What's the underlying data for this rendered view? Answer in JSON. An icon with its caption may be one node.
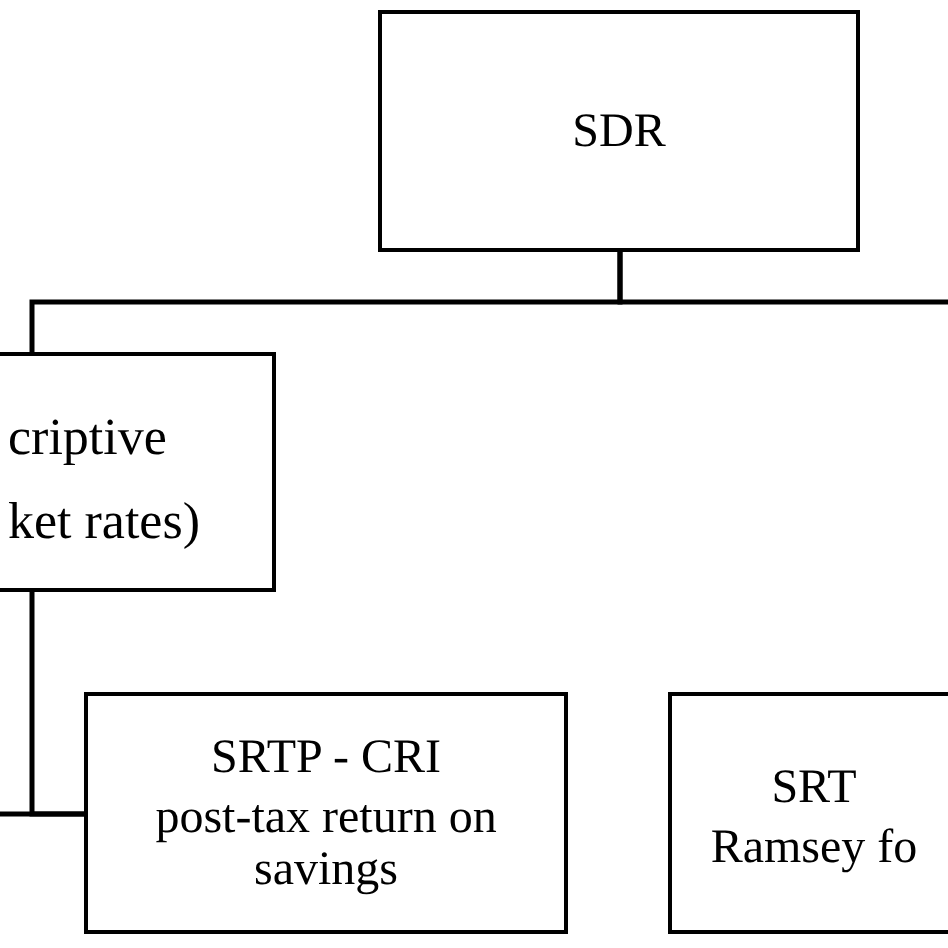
{
  "diagram": {
    "nodes": [
      {
        "text": [
          "SDR"
        ]
      },
      {
        "text": [
          "criptive ket rates)"
        ]
      },
      {
        "text": [
          "SRTP - CRI",
          "post-tax return on savings"
        ]
      },
      {
        "text": [
          "SRT",
          "Ramsey fo"
        ]
      }
    ],
    "edges": [
      {
        "from": 0,
        "to": 1,
        "arrow": "none"
      },
      {
        "from": 0,
        "to": null,
        "arrow": "none"
      },
      {
        "from": 1,
        "to": 2,
        "arrow": "none"
      },
      {
        "from": null,
        "to": 2,
        "arrow": "none"
      }
    ]
  }
}
